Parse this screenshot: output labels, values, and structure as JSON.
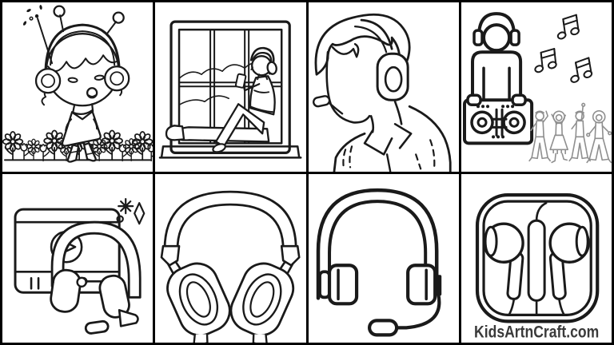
{
  "page": {
    "kind": "coloring-pages-collage",
    "rows": 2,
    "columns": 4,
    "background_color": "#ffffff",
    "grid_line_color": "#000000",
    "ink_color": "#1a1a1a",
    "dancer_ink_color": "#8f8f8f"
  },
  "watermark": {
    "text": "KidsArtnCraft.com",
    "color": "#3a3a3a"
  },
  "earbuds_remote": {
    "volume_up_label": "+",
    "volume_down_label": "−"
  },
  "cells": [
    {
      "id": "girl-singing-with-headphones"
    },
    {
      "id": "person-on-windowsill-with-headphones"
    },
    {
      "id": "man-with-headset-mic"
    },
    {
      "id": "dj-with-mixer-music-notes-dancers"
    },
    {
      "id": "media-player-with-headset"
    },
    {
      "id": "over-ear-headphones"
    },
    {
      "id": "headset-with-microphone"
    },
    {
      "id": "earbuds-in-rounded-frame"
    }
  ]
}
